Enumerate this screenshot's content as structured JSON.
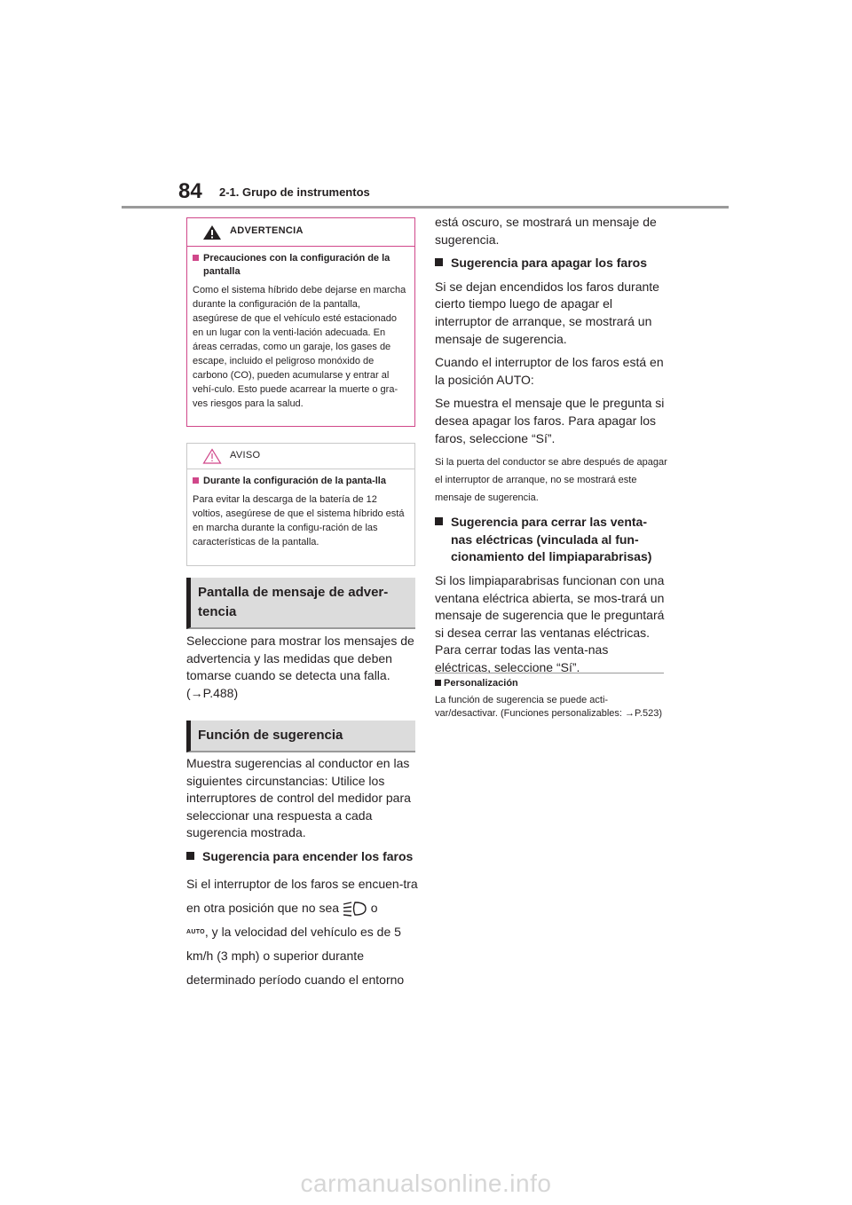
{
  "header": {
    "page_number": "84",
    "section_title": "2-1. Grupo de instrumentos"
  },
  "warning_box": {
    "title": "ADVERTENCIA",
    "subheading": "Precauciones con la configuración de la pantalla",
    "text": "Como el sistema híbrido debe dejarse en marcha durante la configuración de la pantalla, asegúrese de que el vehículo esté estacionado en un lugar con la venti-lación adecuada. En áreas cerradas, como un garaje, los gases de escape, incluido el peligroso monóxido de carbono (CO), pueden acumularse y entrar al vehí-culo. Esto puede acarrear la muerte o gra-ves riesgos para la salud.",
    "accent_color": "#d0478a"
  },
  "notice_box": {
    "title": "AVISO",
    "subheading": "Durante la configuración de la panta-lla",
    "text": "Para evitar la descarga de la batería de 12 voltios, asegúrese de que el sistema híbrido está en marcha durante la configu-ración de las características de la pantalla.",
    "accent_color": "#d0478a"
  },
  "section_warning": {
    "heading": "Pantalla de mensaje de adver-tencia",
    "text": "Seleccione para mostrar los mensajes de advertencia y las medidas que deben tomarse cuando se detecta una falla. (→P.488)"
  },
  "section_suggestion": {
    "heading": "Función de sugerencia",
    "intro": "Muestra sugerencias al conductor en las siguientes circunstancias: Utilice los interruptores de control del medidor para seleccionar una respuesta a cada sugerencia mostrada.",
    "bullet1_title": "Sugerencia para encender los faros",
    "bullet1_text_a": "Si el interruptor de los faros se encuen-tra en otra posición que no sea",
    "bullet1_text_or": "o",
    "auto_icon_text": "AUTO",
    "bullet1_text_b": ", y la velocidad del vehículo es de 5 km/h (3 mph) o superior durante determinado período cuando el entorno",
    "bullet1_text_c": "está oscuro, se mostrará un mensaje de sugerencia.",
    "bullet2_title": "Sugerencia para apagar los faros",
    "bullet2_p1": "Si se dejan encendidos los faros durante cierto tiempo luego de apagar el interruptor de arranque, se mostrará un mensaje de sugerencia.",
    "bullet2_p2": "Cuando el interruptor de los faros está en la posición AUTO:",
    "bullet2_p3": "Se muestra el mensaje que le pregunta si desea apagar los faros. Para apagar los faros, seleccione “Sí”.",
    "bullet2_note": "Si la puerta del conductor se abre después de apagar el interruptor de arranque, no se mostrará este mensaje de sugerencia.",
    "bullet3_title": "Sugerencia para cerrar las venta-nas eléctricas (vinculada al fun-cionamiento del limpiaparabrisas)",
    "bullet3_text": "Si los limpiaparabrisas funcionan con una ventana eléctrica abierta, se mos-trará un mensaje de sugerencia que le preguntará si desea cerrar las ventanas eléctricas. Para cerrar todas las venta-nas eléctricas, seleccione “Sí”."
  },
  "personalization": {
    "title": "Personalización",
    "text": "La función de sugerencia se puede acti-var/desactivar. (Funciones personalizables: →P.523)"
  },
  "watermark": "carmanualsonline.info"
}
